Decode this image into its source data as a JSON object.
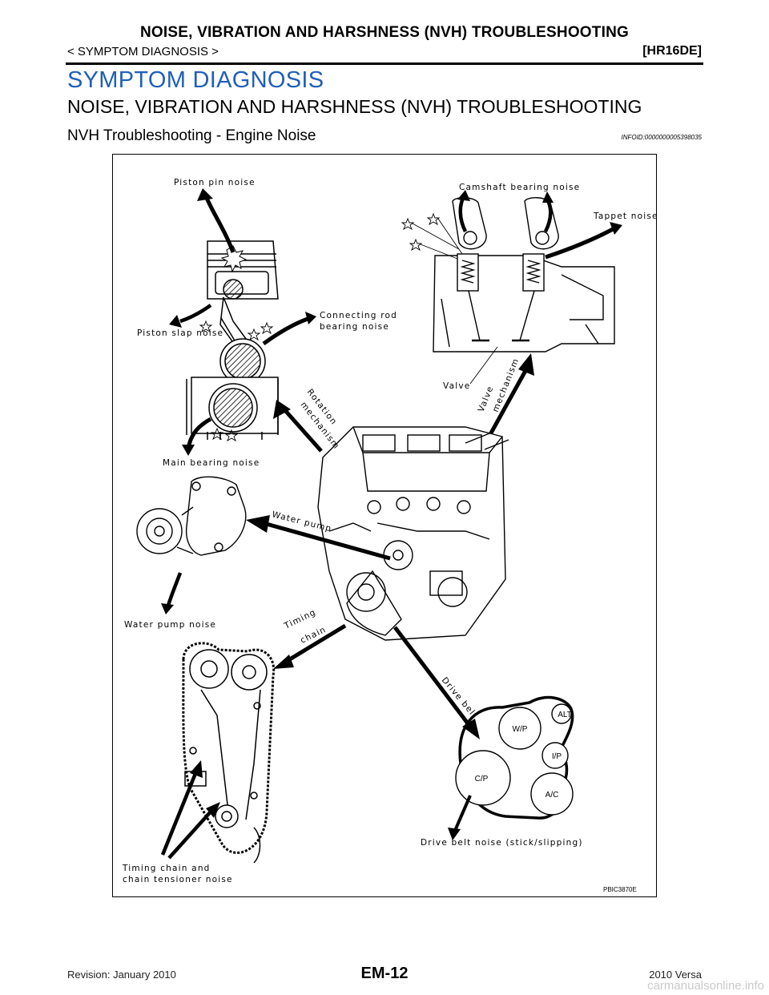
{
  "header": {
    "title": "NOISE, VIBRATION AND HARSHNESS (NVH) TROUBLESHOOTING",
    "section": "< SYMPTOM DIAGNOSIS >",
    "model": "[HR16DE]"
  },
  "content": {
    "h1": "SYMPTOM DIAGNOSIS",
    "h2": "NOISE, VIBRATION AND HARSHNESS (NVH) TROUBLESHOOTING",
    "h3": "NVH Troubleshooting - Engine Noise",
    "info_id": "INFOID:0000000005398035"
  },
  "figure": {
    "labels": {
      "piston_pin": "Piston pin noise",
      "camshaft": "Camshaft bearing noise",
      "tappet": "Tappet noise",
      "conrod_1": "Connecting rod",
      "conrod_2": "bearing noise",
      "piston_slap": "Piston slap noise",
      "valve": "Valve",
      "valve_mech_1": "Valve",
      "valve_mech_2": "mechanism",
      "rotation_1": "Rotation",
      "rotation_2": "mechanism",
      "main_bearing": "Main bearing noise",
      "water_pump": "Water pump",
      "water_pump_noise": "Water pump noise",
      "timing_1": "Timing",
      "timing_2": "chain",
      "drive_belt": "Drive belt",
      "chain_tensioner_1": "Timing chain and",
      "chain_tensioner_2": "chain tensioner noise",
      "drive_belt_noise": "Drive belt noise (stick/slipping)",
      "wp": "W/P",
      "alt": "ALT",
      "ip": "I/P",
      "cp": "C/P",
      "ac": "A/C",
      "code": "PBIC3870E"
    }
  },
  "footer": {
    "revision": "Revision: January 2010",
    "page": "EM-12",
    "model": "2010 Versa",
    "watermark": "carmanualsonline.info"
  }
}
